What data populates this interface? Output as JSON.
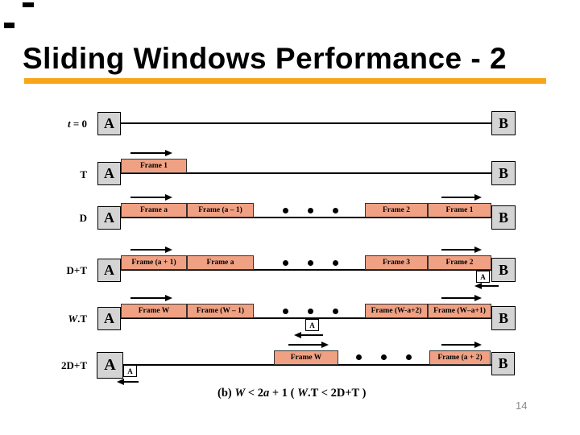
{
  "slide": {
    "title": "Sliding Windows Performance - 2",
    "page_number": "14",
    "accent_color": "#F9A51A",
    "frame_fill_color": "#F0A183",
    "node_fill_color": "#D4D4D4"
  },
  "diagram": {
    "node_a": "A",
    "node_b": "B",
    "ack_label": "A",
    "rows": [
      {
        "label_var": "t",
        "label_rest": " = 0"
      },
      {
        "label_var": "",
        "label_rest": "T"
      },
      {
        "label_var": "",
        "label_rest": "D"
      },
      {
        "label_var": "",
        "label_rest": "D+T"
      },
      {
        "label_var": "W",
        "label_rest": ".T"
      },
      {
        "label_var": "",
        "label_rest": "2D+T"
      }
    ],
    "frames": {
      "r2_f1": "Frame 1",
      "r3_l1": "Frame a",
      "r3_l2": "Frame (a – 1)",
      "r3_r1": "Frame 2",
      "r3_r2": "Frame 1",
      "r4_l1": "Frame (a + 1)",
      "r4_l2": "Frame a",
      "r4_r1": "Frame 3",
      "r4_r2": "Frame 2",
      "r5_l1": "Frame W",
      "r5_l2": "Frame (W – 1)",
      "r5_r1": "Frame (W-a+2)",
      "r5_r2": "Frame (W–a+1)",
      "r6_f1": "Frame W",
      "r6_f2": "Frame (a + 2)"
    }
  },
  "caption": {
    "b": "(b) ",
    "w1": "W",
    "f1": " < 2",
    "a1": "a",
    "f2": " + 1  ( ",
    "w2": "W",
    "tail": ".T < 2D+T )"
  }
}
